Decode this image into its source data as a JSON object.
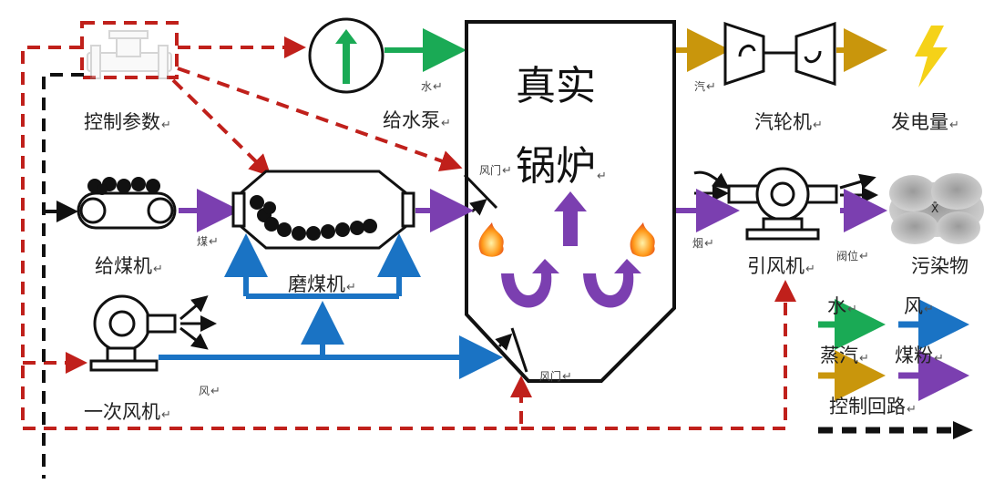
{
  "labels": {
    "control_params": "控制参数",
    "feed_pump": "给水泵",
    "boiler_line1": "真实",
    "boiler_line2": "锅炉",
    "turbine": "汽轮机",
    "power": "发电量",
    "coal_feeder": "给煤机",
    "mill": "磨煤机",
    "primary_fan": "一次风机",
    "induced_fan": "引风机",
    "pollutant": "污染物",
    "air_door_top": "风门",
    "air_door_bottom": "风门",
    "water_small": "水",
    "steam_small": "汽",
    "coal_small": "煤",
    "flue_small": "烟",
    "wind_small": "风",
    "valve_pos": "阀位",
    "return_mark": "↵",
    "small_mark": "↵",
    "pollutant_text": "X̄"
  },
  "legend": {
    "items": [
      {
        "label": "水",
        "color": "#1aaa55"
      },
      {
        "label": "风",
        "color": "#1a73c4"
      },
      {
        "label": "蒸汽",
        "color": "#c9960c"
      },
      {
        "label": "煤粉",
        "color": "#7b3fb0"
      }
    ],
    "control_loop": "控制回路"
  },
  "colors": {
    "water": "#1aaa55",
    "air": "#1a73c4",
    "steam": "#c9960c",
    "coal": "#7b3fb0",
    "control": "#c0201b",
    "black": "#111111"
  }
}
